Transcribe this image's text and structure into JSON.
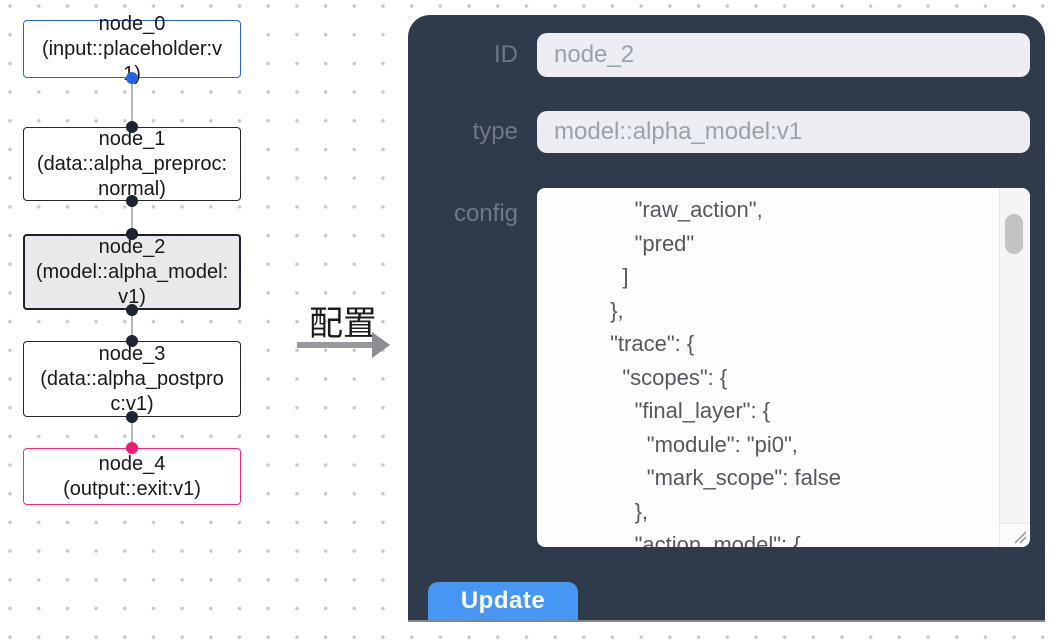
{
  "canvas": {
    "nodes": [
      {
        "id": "node_0",
        "label": "node_0",
        "sublabel": "(input::placeholder:v1)",
        "variant": "input"
      },
      {
        "id": "node_1",
        "label": "node_1",
        "sublabel": "(data::alpha_preproc:normal)",
        "variant": "default"
      },
      {
        "id": "node_2",
        "label": "node_2",
        "sublabel": "(model::alpha_model:v1)",
        "variant": "selected"
      },
      {
        "id": "node_3",
        "label": "node_3",
        "sublabel": "(data::alpha_postproc:v1)",
        "variant": "default"
      },
      {
        "id": "node_4",
        "label": "node_4",
        "sublabel": "(output::exit:v1)",
        "variant": "output"
      }
    ]
  },
  "arrow": {
    "label": "配置"
  },
  "panel": {
    "fields": [
      {
        "label": "ID",
        "value": "node_2"
      },
      {
        "label": "type",
        "value": "model::alpha_model:v1"
      }
    ],
    "config_label": "config",
    "config_text": "              \"raw_action\",\n              \"pred\"\n            ]\n          },\n          \"trace\": {\n            \"scopes\": {\n              \"final_layer\": {\n                \"module\": \"pi0\",\n                \"mark_scope\": false\n              },\n              \"action_model\": {",
    "update_label": "Update"
  },
  "colors": {
    "panel_bg": "#2f3a4b",
    "field_bg": "#eceef3",
    "field_text": "#99a1ab",
    "label_text": "#6e7887",
    "update_button": "#4597f3",
    "node_selected_bg": "#e9e9eb",
    "input_node_border": "#2b63c8",
    "output_node_border": "#ee2d7a",
    "default_node_border": "#23272e",
    "edge_line": "#b4b7ba",
    "handle_dark": "#1c2531",
    "handle_blue": "#2465dd",
    "handle_pink": "#f01a6e"
  }
}
